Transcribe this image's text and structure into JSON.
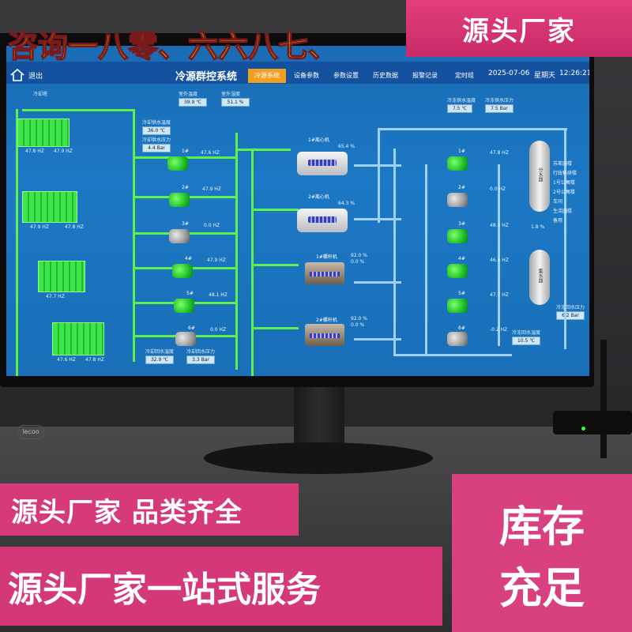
{
  "marquee": "咨询一八零、六六八七、",
  "banner_top": "源头厂家",
  "ribbon": "源头厂家 品类齐全",
  "bottom_bar": "源头厂家一站式服务",
  "stock": {
    "line1": "库存",
    "line2": "充足"
  },
  "brand": "lecoo",
  "scada": {
    "exit": "退出",
    "title": "冷源群控系统",
    "tabs": [
      "冷源系统",
      "设备参数",
      "参数设置",
      "历史数据",
      "报警记录",
      "定时组"
    ],
    "active_tab": "冷源系统",
    "date": "2025-07-06",
    "weekday": "星期天",
    "time": "12:26:21",
    "tower_label": "冷却塔",
    "outdoor_temp_label": "室外温度",
    "outdoor_temp": "39.9 ℃",
    "outdoor_hum_label": "室外湿度",
    "outdoor_hum": "51.1 %",
    "cw_supply_temp_label": "冷却供水温度",
    "cw_supply_temp": "36.0 ℃",
    "cw_supply_press_label": "冷却供水压力",
    "cw_supply_press": "4.4 Bar",
    "cw_return_temp_label": "冷却回水温度",
    "cw_return_temp": "32.9 ℃",
    "cw_return_press_label": "冷却回水压力",
    "cw_return_press": "3.3 Bar",
    "chw_supply_temp_label": "冷冻供水温度",
    "chw_supply_temp": "7.5 ℃",
    "chw_supply_press_label": "冷冻供水压力",
    "chw_supply_press": "7.5 Bar",
    "chw_return_temp_label": "冷冻回水温度",
    "chw_return_temp": "10.5 ℃",
    "chw_return_press_label": "冷冻回水压力",
    "chw_return_press": "6.2 Bar",
    "tower_hz": [
      "47.8 HZ",
      "47.9 HZ",
      "47.9 HZ",
      "47.8 HZ",
      "47.7 HZ",
      "47.6 HZ",
      "47.8 HZ"
    ],
    "cooling_pumps": [
      {
        "name": "1#",
        "hz": "47.6 HZ"
      },
      {
        "name": "2#",
        "hz": "47.9 HZ"
      },
      {
        "name": "3#",
        "hz": "0.0 HZ"
      },
      {
        "name": "4#",
        "hz": "47.9 HZ"
      },
      {
        "name": "5#",
        "hz": "48.1 HZ"
      },
      {
        "name": "6#",
        "hz": "0.0 HZ"
      }
    ],
    "chillers": [
      {
        "name": "1#离心机",
        "load": "65.4 %"
      },
      {
        "name": "2#离心机",
        "load": "64.3 %"
      },
      {
        "name": "1#螺杆机",
        "load": "92.0 %",
        "load2": "0.0 %"
      },
      {
        "name": "2#螺杆机",
        "load": "92.0 %",
        "load2": "0.0 %"
      }
    ],
    "chw_pumps": [
      {
        "name": "1#",
        "hz": "47.8 HZ"
      },
      {
        "name": "2#",
        "hz": "0.0 HZ"
      },
      {
        "name": "3#",
        "hz": "48.0 HZ"
      },
      {
        "name": "4#",
        "hz": "46.6 HZ"
      },
      {
        "name": "5#",
        "hz": "47.7 HZ"
      },
      {
        "name": "6#",
        "hz": "-0.2 HZ"
      }
    ],
    "distributor_label": "分水器",
    "collector_label": "集水器",
    "bypass_pct": "1.8 %",
    "branches": [
      "苏茗园楼",
      "行政科研楼",
      "1号公寓楼",
      "2号公寓楼",
      "车间",
      "生活园楼",
      "备用"
    ]
  }
}
